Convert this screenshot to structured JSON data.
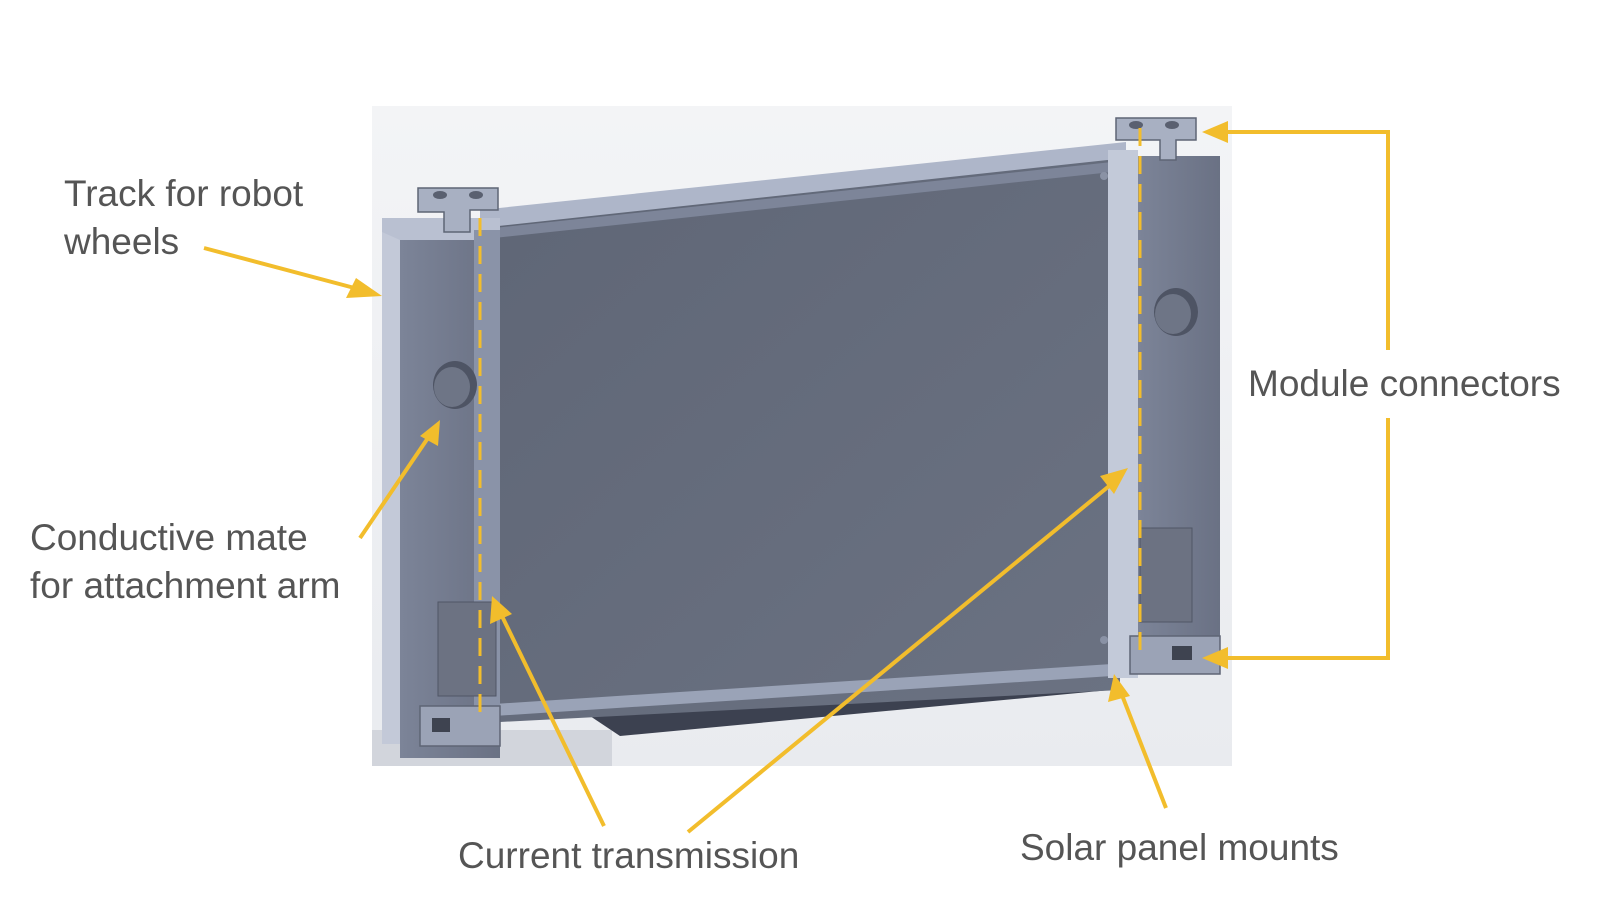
{
  "labels": {
    "track": [
      "Track  for robot",
      "wheels"
    ],
    "conductive": [
      "Conductive mate",
      "for attachment arm"
    ],
    "current": "Current transmission",
    "solar": "Solar panel mounts",
    "module": "Module connectors"
  },
  "colors": {
    "arrow": "#f2bd2c",
    "label_text": "#555555",
    "panel": "#646b7b",
    "frame": "#8e96aa",
    "background": "#eef0f3"
  }
}
